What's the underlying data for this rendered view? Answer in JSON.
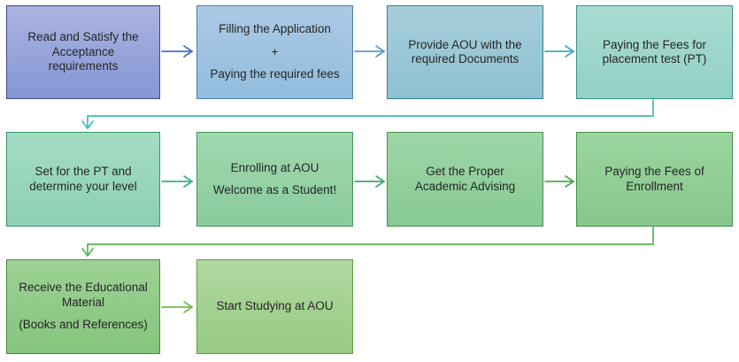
{
  "diagram": {
    "nodes": [
      {
        "id": "step-1",
        "paragraphs": [
          "Read and Satisfy the\nAcceptance\nrequirements"
        ],
        "fill_top": "#aab4e1",
        "fill_bottom": "#8596d4",
        "border": "#3c4a82"
      },
      {
        "id": "step-2",
        "paragraphs": [
          "Filling the Application",
          "+",
          "Paying the required fees"
        ],
        "fill_top": "#abc9e6",
        "fill_bottom": "#92bddc",
        "border": "#4f7fa8"
      },
      {
        "id": "step-3",
        "paragraphs": [
          "Provide AOU with the\nrequired Documents"
        ],
        "fill_top": "#a6cedb",
        "fill_bottom": "#8ec1d1",
        "border": "#357f95"
      },
      {
        "id": "step-4",
        "paragraphs": [
          "Paying the Fees for\nplacement test (PT)"
        ],
        "fill_top": "#aadcd3",
        "fill_bottom": "#92d0c5",
        "border": "#379183"
      },
      {
        "id": "step-5",
        "paragraphs": [
          "Set for the PT and\ndetermine your level"
        ],
        "fill_top": "#a4dcc5",
        "fill_bottom": "#8cd0b4",
        "border": "#379868"
      },
      {
        "id": "step-6",
        "paragraphs": [
          "Enrolling at AOU",
          "Welcome as a Student!"
        ],
        "fill_top": "#a0d8af",
        "fill_bottom": "#8acb9c",
        "border": "#459355"
      },
      {
        "id": "step-7",
        "paragraphs": [
          "Get the Proper\nAcademic Advising"
        ],
        "fill_top": "#9ed6a8",
        "fill_bottom": "#88c993",
        "border": "#44924b"
      },
      {
        "id": "step-8",
        "paragraphs": [
          "Paying the Fees of\nEnrollment"
        ],
        "fill_top": "#9dd5a0",
        "fill_bottom": "#86c78b",
        "border": "#3f8f44"
      },
      {
        "id": "step-9",
        "paragraphs": [
          "Receive the Educational\nMaterial",
          "(Books and References)"
        ],
        "fill_top": "#9dd294",
        "fill_bottom": "#85c47e",
        "border": "#4c8a3c"
      },
      {
        "id": "step-10",
        "paragraphs": [
          "Start Studying at AOU"
        ],
        "fill_top": "#b0d89f",
        "fill_bottom": "#97ca84",
        "border": "#5f9e44"
      }
    ],
    "connectors": [
      {
        "from": "step-1",
        "to": "step-2",
        "type": "straight",
        "color": "#4472c4"
      },
      {
        "from": "step-2",
        "to": "step-3",
        "type": "straight",
        "color": "#5b9bd5"
      },
      {
        "from": "step-3",
        "to": "step-4",
        "type": "straight",
        "color": "#43a6c6"
      },
      {
        "from": "step-4",
        "to": "step-5",
        "type": "elbow",
        "color": "#3fbdb2"
      },
      {
        "from": "step-5",
        "to": "step-6",
        "type": "straight",
        "color": "#35b287"
      },
      {
        "from": "step-6",
        "to": "step-7",
        "type": "straight",
        "color": "#3bab67"
      },
      {
        "from": "step-7",
        "to": "step-8",
        "type": "straight",
        "color": "#45ab55"
      },
      {
        "from": "step-8",
        "to": "step-9",
        "type": "elbow",
        "color": "#56b54e"
      },
      {
        "from": "step-9",
        "to": "step-10",
        "type": "straight",
        "color": "#6fbd4f"
      }
    ]
  }
}
